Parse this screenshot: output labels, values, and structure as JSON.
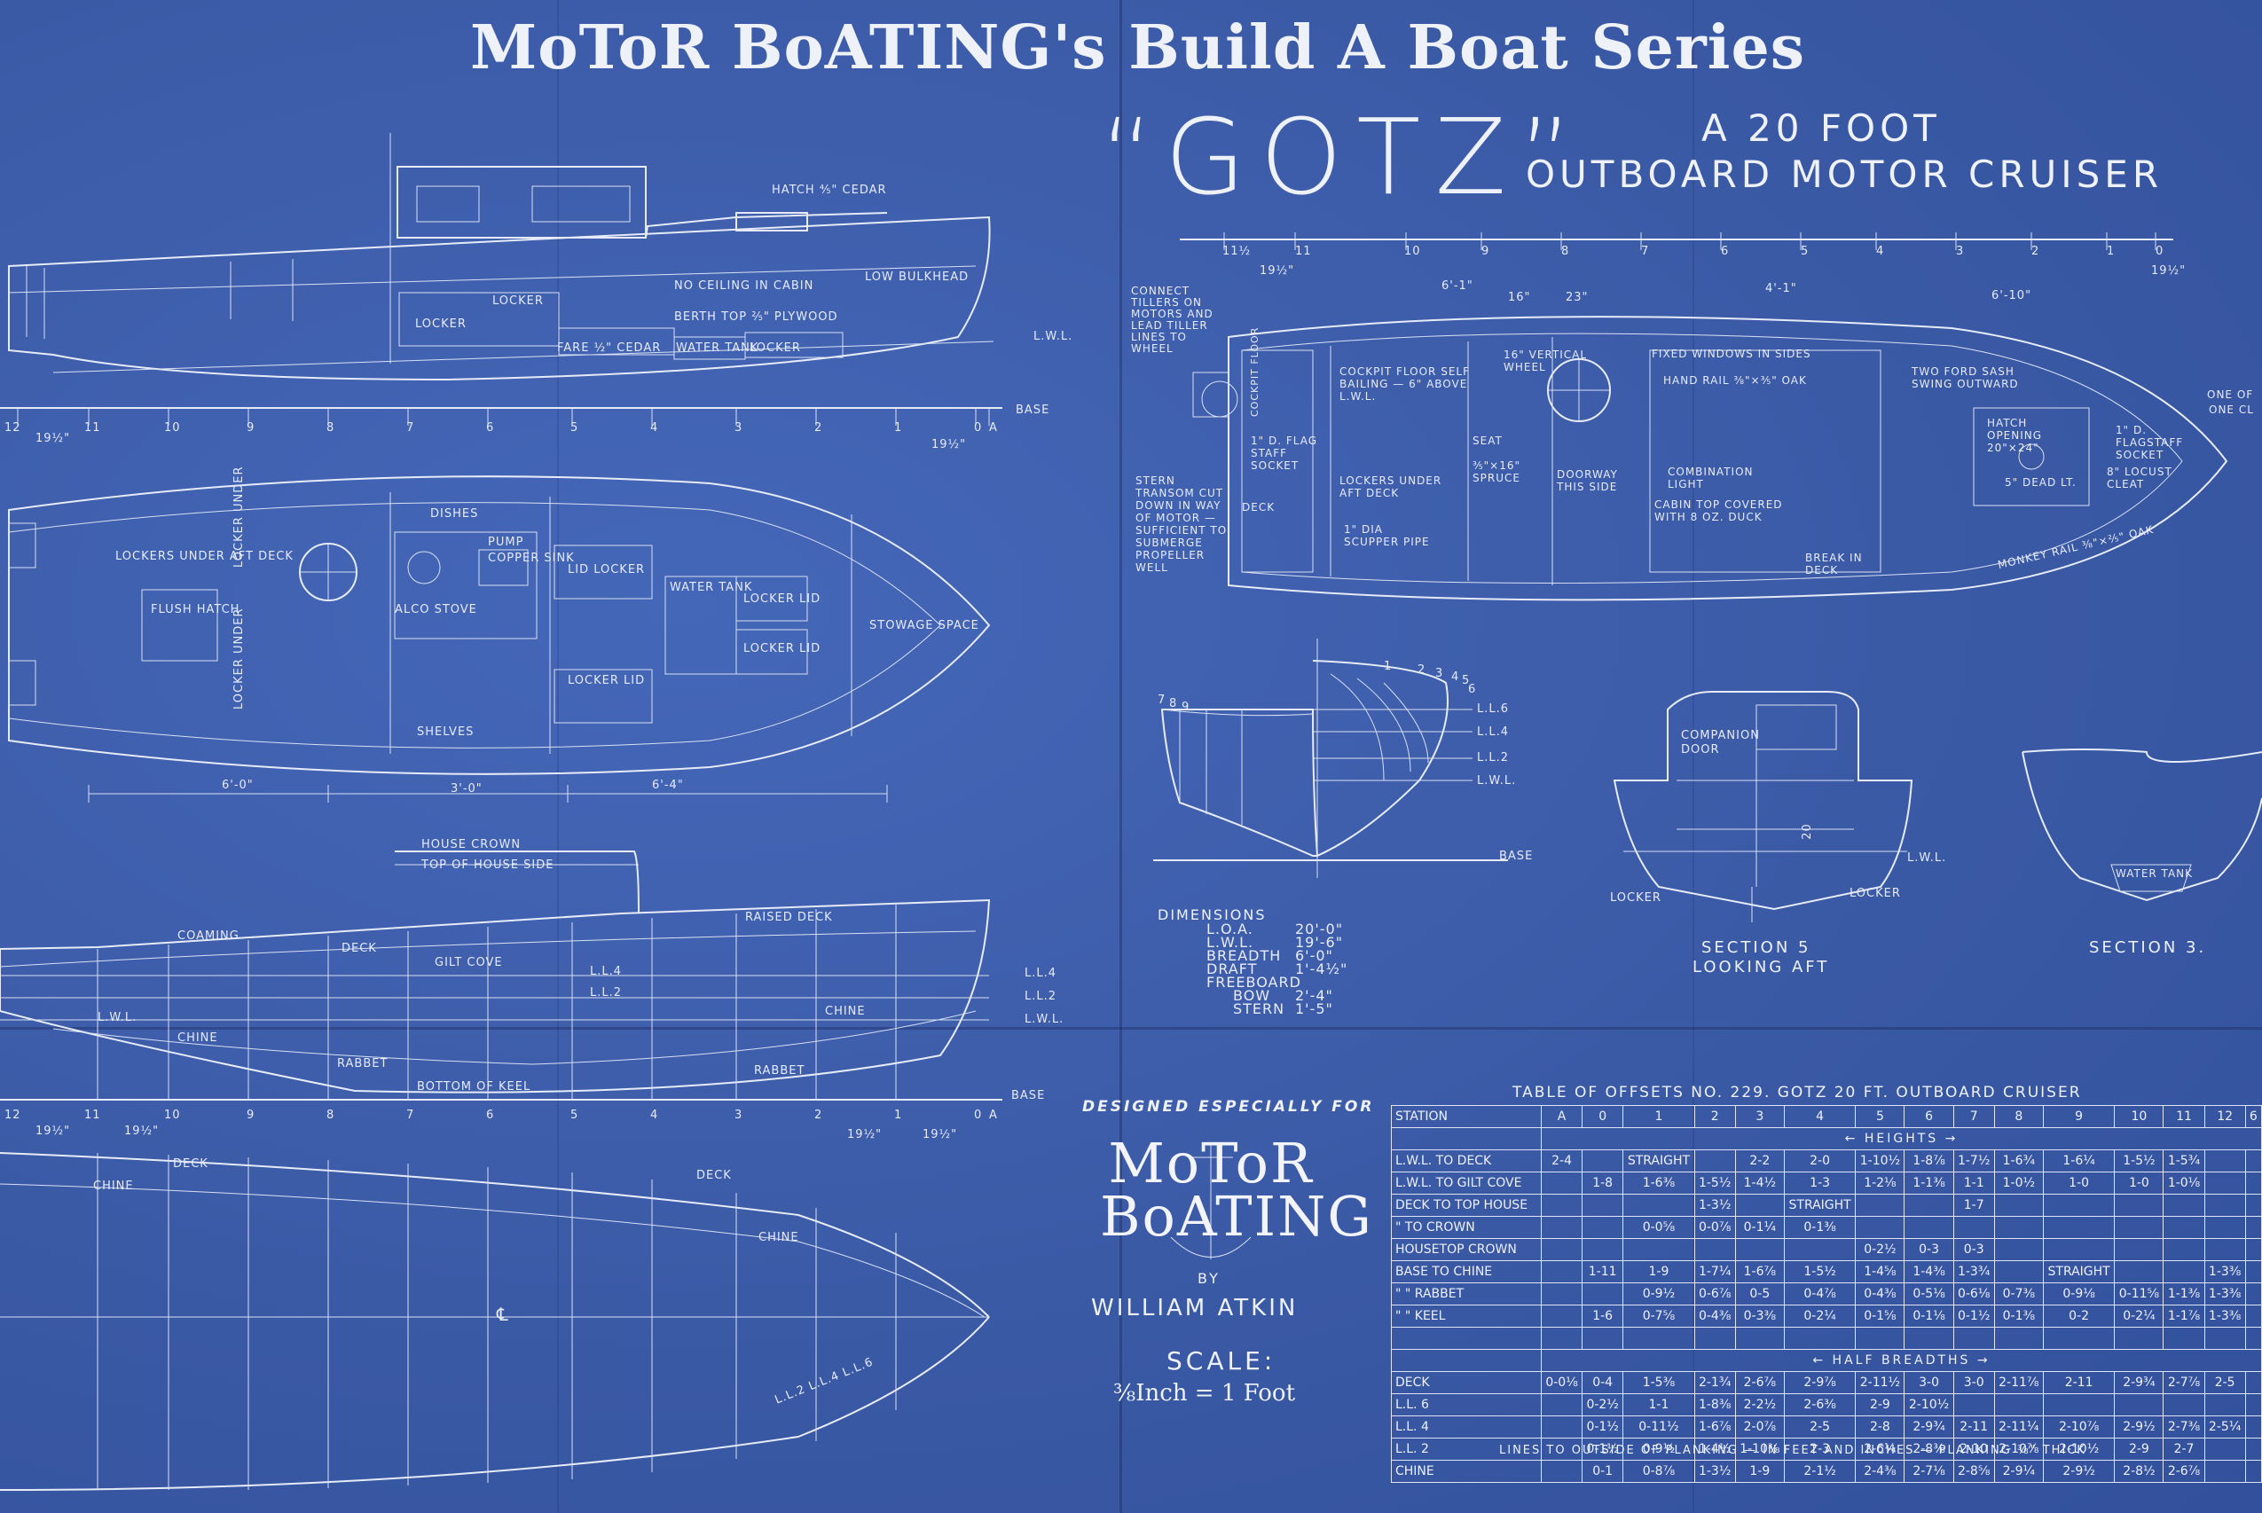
{
  "header": {
    "title": "MoToR BoATING's Build A Boat Series",
    "boat_name": "“GOTZ”",
    "subtitle_1": "A 20 FOOT",
    "subtitle_2": "OUTBOARD MOTOR CRUISER"
  },
  "profile_labels": {
    "hatch": "HATCH ⅘\" CEDAR",
    "no_ceiling": "NO CEILING IN CABIN",
    "berth": "BERTH TOP ⅖\" PLYWOOD",
    "low_bulkhead": "LOW BULKHEAD",
    "locker_1": "LOCKER",
    "locker_2": "LOCKER",
    "locker_3": "LOCKER",
    "fare": "FARE ½\" CEDAR",
    "water_tank": "WATER TANK",
    "lwl": "L.W.L.",
    "base": "BASE"
  },
  "stations": [
    "12",
    "11",
    "10",
    "9",
    "8",
    "7",
    "6",
    "5",
    "4",
    "3",
    "2",
    "1",
    "0",
    "A"
  ],
  "station_spacing": "19½\"",
  "plan_labels": {
    "dishes": "DISHES",
    "pump": "PUMP",
    "copper_sink": "COPPER SINK",
    "alco_stove": "ALCO STOVE",
    "lockers_aft": "LOCKERS UNDER AFT DECK",
    "flush_hatch": "FLUSH HATCH",
    "locker_under_1": "LOCKER UNDER",
    "locker_under_2": "LOCKER UNDER",
    "lid_locker": "LID LOCKER",
    "water_tank": "WATER TANK",
    "locker_lid_1": "LOCKER LID",
    "locker_lid_2": "LOCKER LID",
    "locker_lid_3": "LOCKER LID",
    "stowage": "STOWAGE SPACE",
    "shelves": "SHELVES",
    "dim_1": "6'-0\"",
    "dim_2": "3'-0\"",
    "dim_3": "6'-4\""
  },
  "lines_labels": {
    "house_crown": "HOUSE CROWN",
    "top_of_house": "TOP OF HOUSE SIDE",
    "raised_deck": "RAISED DECK",
    "coaming": "COAMING",
    "deck": "DECK",
    "gilt_cove": "GILT COVE",
    "ll4": "L.L.4",
    "ll2": "L.L.2",
    "chine": "CHINE",
    "chine2": "CHINE",
    "lwl": "L.W.L.",
    "rabbet": "RABBET",
    "rabbet2": "RABBET",
    "bottom_keel": "BOTTOM OF KEEL",
    "base": "BASE",
    "ll4_r": "L.L.4",
    "ll2_r": "L.L.2",
    "lwl_r": "L.W.L."
  },
  "halfbreadth_labels": {
    "deck": "DECK",
    "chine": "CHINE",
    "chine2": "CHINE",
    "deck2": "DECK",
    "cl": "℄",
    "ll": "L.L.2  L.L.4  L.L.6"
  },
  "deck_plan_labels": {
    "connect": "CONNECT TILLERS ON MOTORS AND LEAD TILLER LINES TO WHEEL",
    "cockpit_floor": "COCKPIT FLOOR SELF BAILING — 6\" ABOVE L.W.L.",
    "wheel": "16\" VERTICAL WHEEL",
    "fixed_windows": "FIXED WINDOWS IN SIDES",
    "hand_rail": "HAND RAIL ⅜\"×⅗\" OAK",
    "two_ford": "TWO FORD SASH SWING OUTWARD",
    "hatch_opening": "HATCH OPENING 20\"×24\"",
    "flagstaff": "1\" D. FLAGSTAFF SOCKET",
    "locust": "8\" LOCUST CLEAT",
    "dead_lt": "5\" DEAD LT.",
    "flag_staff": "1\" D. FLAG STAFF SOCKET",
    "stern": "STERN TRANSOM CUT DOWN IN WAY OF MOTOR — SUFFICIENT TO SUBMERGE PROPELLER WELL",
    "deck": "DECK",
    "lockers_aft": "LOCKERS UNDER AFT DECK",
    "seat": "SEAT",
    "spruce": "⅗\"×16\" SPRUCE",
    "scupper": "1\" DIA SCUPPER PIPE",
    "doorway": "DOORWAY THIS SIDE",
    "combination": "COMBINATION LIGHT",
    "cabin_top": "CABIN TOP COVERED WITH 8 OZ. DUCK",
    "break": "BREAK IN DECK",
    "monkey": "MONKEY RAIL ⅜\"×⅖\" OAK",
    "cockpit_floor_side": "COCKPIT FLOOR",
    "one_of": "ONE OF",
    "one_cl": "ONE CL",
    "dims": [
      "6'-1\"",
      "16\"",
      "23\"",
      "4'-1\"",
      "6'-10\"",
      "19½\"",
      "19½\""
    ],
    "top_stations": [
      "11½",
      "11",
      "10",
      "9",
      "8",
      "7",
      "6",
      "5",
      "4",
      "3",
      "2",
      "1",
      "0"
    ]
  },
  "body_plan_labels": {
    "stations": [
      "7",
      "8",
      "9",
      "1",
      "2",
      "3",
      "4",
      "5",
      "6"
    ],
    "ll6": "L.L.6",
    "ll4": "L.L.4",
    "ll2": "L.L.2",
    "lwl": "L.W.L.",
    "base": "BASE"
  },
  "dimensions": {
    "heading": "DIMENSIONS",
    "rows": [
      {
        "k": "L.O.A.",
        "v": "20'-0\""
      },
      {
        "k": "L.W.L.",
        "v": "19'-6\""
      },
      {
        "k": "BREADTH",
        "v": "6'-0\""
      },
      {
        "k": "DRAFT",
        "v": "1'-4½\""
      },
      {
        "k": "FREEBOARD",
        "v": ""
      },
      {
        "k": "BOW",
        "v": "2'-4\""
      },
      {
        "k": "STERN",
        "v": "1'-5\""
      }
    ]
  },
  "sections": {
    "companion": "COMPANION DOOR",
    "locker_l": "LOCKER",
    "locker_r": "LOCKER",
    "section5": "SECTION 5",
    "looking_aft": "LOOKING AFT",
    "section3": "SECTION 3.",
    "water_tank": "WATER TANK",
    "lwl": "L.W.L.",
    "dim_20": "20"
  },
  "credits": {
    "designed": "DESIGNED ESPECIALLY FOR",
    "logo_1": "MoToR",
    "logo_2": "BoATING",
    "by": "BY",
    "designer": "WILLIAM ATKIN",
    "scale_label": "SCALE:",
    "scale_value": "⅜Inch = 1 Foot"
  },
  "offsets_table": {
    "title": "TABLE OF OFFSETS NO. 229.  GOTZ  20 FT. OUTBOARD CRUISER",
    "footer": "LINES TO OUTSIDE OF PLANKING — IN FEET AND INCHES — PLANKING ⅜\" THICK",
    "columns": [
      "STATION",
      "A",
      "0",
      "1",
      "2",
      "3",
      "4",
      "5",
      "6",
      "7",
      "8",
      "9",
      "10",
      "11",
      "12",
      "6"
    ],
    "heights_label": "← HEIGHTS →",
    "half_breadths_label": "← HALF BREADTHS →",
    "heights": [
      [
        "L.W.L. TO DECK",
        "2-4",
        "",
        "STRAIGHT",
        "",
        "2-2",
        "2-0",
        "1-10½",
        "1-8⅞",
        "1-7½",
        "1-6¾",
        "1-6¼",
        "1-5½",
        "1-5¾",
        ""
      ],
      [
        "L.W.L. TO GILT COVE",
        "",
        "1-8",
        "1-6⅜",
        "1-5½",
        "1-4½",
        "1-3",
        "1-2⅛",
        "1-1⅜",
        "1-1",
        "1-0½",
        "1-0",
        "1-0",
        "1-0⅛",
        ""
      ],
      [
        "DECK TO TOP HOUSE",
        "",
        "",
        "",
        "1-3½",
        "",
        "STRAIGHT",
        "",
        "",
        "1-7",
        "",
        "",
        "",
        "",
        ""
      ],
      [
        "\"  TO CROWN",
        "",
        "",
        "0-0⅝",
        "0-0⅞",
        "0-1¼",
        "0-1⅜",
        "",
        "",
        "",
        "",
        "",
        "",
        "",
        ""
      ],
      [
        "HOUSETOP CROWN",
        "",
        "",
        "",
        "",
        "",
        "",
        "0-2½",
        "0-3",
        "0-3",
        "",
        "",
        "",
        "",
        ""
      ],
      [
        "BASE TO CHINE",
        "",
        "1-11",
        "1-9",
        "1-7¼",
        "1-6⅞",
        "1-5½",
        "1-4⅝",
        "1-4⅜",
        "1-3¾",
        "",
        "STRAIGHT",
        "",
        "",
        "1-3⅜"
      ],
      [
        "\"  \" RABBET",
        "",
        "",
        "0-9½",
        "0-6⅞",
        "0-5",
        "0-4⅞",
        "0-4⅜",
        "0-5⅛",
        "0-6⅛",
        "0-7⅜",
        "0-9⅛",
        "0-11⅝",
        "1-1⅜",
        "1-3⅜"
      ],
      [
        "\"  \" KEEL",
        "",
        "1-6",
        "0-7⅝",
        "0-4⅜",
        "0-3⅜",
        "0-2¼",
        "0-1⅝",
        "0-1⅛",
        "0-1½",
        "0-1⅜",
        "0-2",
        "0-2¼",
        "1-1⅞",
        "1-3⅜"
      ]
    ],
    "half_breadths": [
      [
        "DECK",
        "0-0⅛",
        "0-4",
        "1-5⅜",
        "2-1¾",
        "2-6⅞",
        "2-9⅞",
        "2-11½",
        "3-0",
        "3-0",
        "2-11⅞",
        "2-11",
        "2-9¾",
        "2-7⅞",
        "2-5"
      ],
      [
        "L.L. 6",
        "",
        "0-2½",
        "1-1",
        "1-8⅜",
        "2-2½",
        "2-6⅜",
        "2-9",
        "2-10½",
        "",
        "",
        "",
        "",
        "",
        ""
      ],
      [
        "L.L. 4",
        "",
        "0-1½",
        "0-11½",
        "1-6⅞",
        "2-0⅞",
        "2-5",
        "2-8",
        "2-9¾",
        "2-11",
        "2-11¼",
        "2-10⅞",
        "2-9½",
        "2-7⅜",
        "2-5¼"
      ],
      [
        "L.L. 2",
        "",
        "0-1½",
        "0-9½",
        "1-4½",
        "1-10⅜",
        "2-3",
        "2-6¼",
        "2-8⅜",
        "2-10",
        "2-10⅞",
        "2-10½",
        "2-9",
        "2-7",
        ""
      ],
      [
        "CHINE",
        "",
        "0-1",
        "0-8⅞",
        "1-3½",
        "1-9",
        "2-1½",
        "2-4⅜",
        "2-7⅛",
        "2-8⅝",
        "2-9¼",
        "2-9½",
        "2-8½",
        "2-6⅞",
        ""
      ]
    ]
  }
}
